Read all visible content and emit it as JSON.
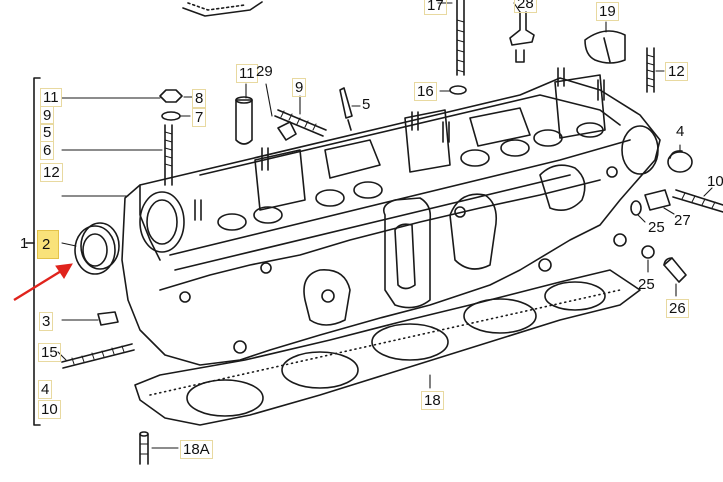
{
  "diagram": {
    "labels": {
      "l17": "17",
      "l28": "28",
      "l19": "19",
      "l12r": "12",
      "l11a": "11",
      "l29": "29",
      "l9a": "9",
      "l5a": "5",
      "l8": "8",
      "l7": "7",
      "l16": "16",
      "l4r": "4",
      "l10r": "10",
      "l25a": "25",
      "l27": "27",
      "l25b": "25",
      "l26": "26",
      "l18": "18",
      "l18a": "18A",
      "lk11": "11",
      "lk9": "9",
      "lk5": "5",
      "lk6": "6",
      "lk12": "12",
      "lk1": "1",
      "lk2": "2",
      "lk3": "3",
      "lk15": "15",
      "lk4": "4",
      "lk10": "10"
    },
    "colors": {
      "line": "#1a1a1a",
      "label_box": "#e8d9a0",
      "highlight": "#f9e27a",
      "arrow": "#e0231c"
    }
  }
}
